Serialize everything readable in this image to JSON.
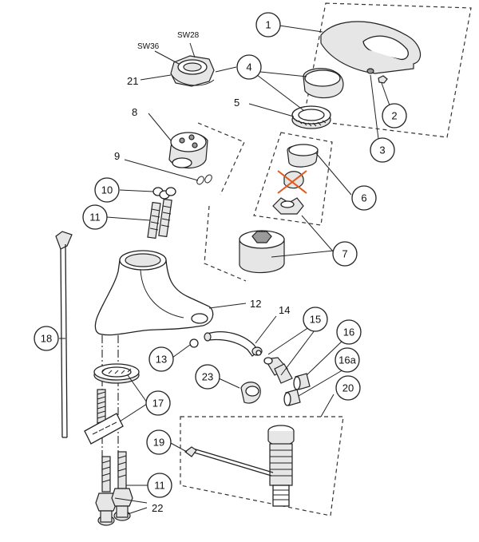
{
  "diagram": {
    "callouts": [
      {
        "id": "c1",
        "label": "1"
      },
      {
        "id": "c2",
        "label": "2"
      },
      {
        "id": "c3",
        "label": "3"
      },
      {
        "id": "c4",
        "label": "4"
      },
      {
        "id": "c6",
        "label": "6"
      },
      {
        "id": "c7",
        "label": "7"
      },
      {
        "id": "c10",
        "label": "10"
      },
      {
        "id": "c11a",
        "label": "11"
      },
      {
        "id": "c11b",
        "label": "11"
      },
      {
        "id": "c13",
        "label": "13"
      },
      {
        "id": "c15",
        "label": "15"
      },
      {
        "id": "c16",
        "label": "16"
      },
      {
        "id": "c16a",
        "label": "16a"
      },
      {
        "id": "c17",
        "label": "17"
      },
      {
        "id": "c18",
        "label": "18"
      },
      {
        "id": "c19",
        "label": "19"
      },
      {
        "id": "c20",
        "label": "20"
      },
      {
        "id": "c23",
        "label": "23"
      }
    ],
    "plain_labels": {
      "p5": "5",
      "p8": "8",
      "p9": "9",
      "p12": "12",
      "p14": "14",
      "p21": "21",
      "p22": "22"
    },
    "wrench_sizes": {
      "sw36": "SW36",
      "sw28": "SW28"
    },
    "colors": {
      "line": "#222222",
      "fill_gray": "#e6e6e6",
      "cross_out": "#e05a1c"
    }
  }
}
